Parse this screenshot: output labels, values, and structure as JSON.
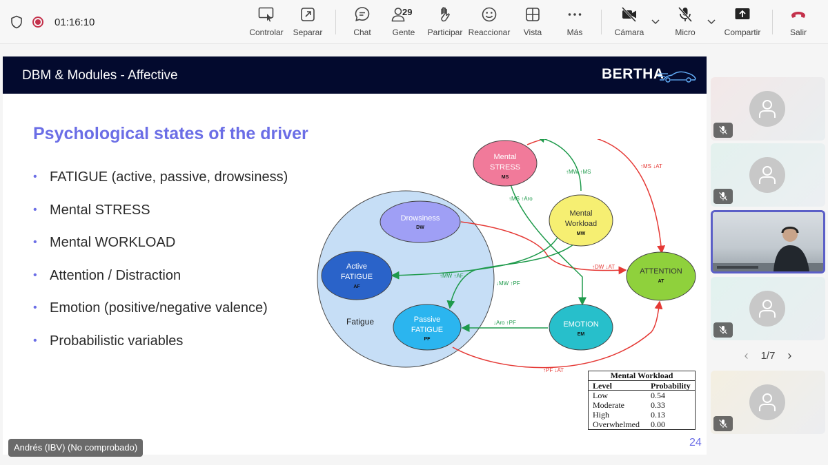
{
  "meeting": {
    "elapsed": "01:16:10"
  },
  "toolbar": {
    "controlar": "Controlar",
    "separar": "Separar",
    "chat": "Chat",
    "gente": "Gente",
    "people_count": "29",
    "participar": "Participar",
    "reaccionar": "Reaccionar",
    "vista": "Vista",
    "mas": "Más",
    "camara": "Cámara",
    "micro": "Micro",
    "compartir": "Compartir",
    "salir": "Salir"
  },
  "slide": {
    "header_title": "DBM & Modules - Affective",
    "logo": "BERTHA",
    "heading": "Psychological states of the driver",
    "bullets": [
      "FATIGUE (active, passive, drowsiness)",
      "Mental STRESS",
      "Mental WORKLOAD",
      "Attention / Distraction",
      "Emotion (positive/negative valence)",
      "Probabilistic variables"
    ],
    "page_number": "24",
    "diagram": {
      "fatigue_group_label": "Fatigue",
      "nodes": {
        "ms": {
          "line1": "Mental",
          "line2": "STRESS",
          "code": "MS"
        },
        "mw": {
          "line1": "Mental",
          "line2": "Workload",
          "code": "MW"
        },
        "dw": {
          "line1": "Drowsiness",
          "code": "DW"
        },
        "af": {
          "line1": "Active",
          "line2": "FATIGUE",
          "code": "AF"
        },
        "pf": {
          "line1": "Passive",
          "line2": "FATIGUE",
          "code": "PF"
        },
        "em": {
          "line1": "EMOTION",
          "code": "EM"
        },
        "at": {
          "line1": "ATTENTION",
          "code": "AT"
        }
      },
      "edge_labels": {
        "ms_at": "↑MS ↓AT",
        "mw_ms": "↑MW ↑MS",
        "ms_em": "↑MS ↑Aro",
        "dw_at": "↑DW ↓AT",
        "mw_af": "↑MW ↑AF",
        "mw_pf": "↓MW ↑PF",
        "em_pf": "↓Aro ↑PF",
        "pf_at": "↑PF ↓AT"
      },
      "colors": {
        "red_edge": "#e53935",
        "green_edge": "#1e9a4b"
      }
    },
    "mw_table": {
      "title": "Mental Workload",
      "headers": [
        "Level",
        "Probability"
      ],
      "rows": [
        [
          "Low",
          "0.54"
        ],
        [
          "Moderate",
          "0.33"
        ],
        [
          "High",
          "0.13"
        ],
        [
          "Overwhelmed",
          "0.00"
        ]
      ]
    }
  },
  "presenter": {
    "name_tag": "Andrés (IBV) (No comprobado)"
  },
  "pager": {
    "label": "1/7"
  },
  "colors": {
    "accent": "#6b6ee6",
    "slide_header": "#030a2e",
    "leave": "#c4314b"
  }
}
